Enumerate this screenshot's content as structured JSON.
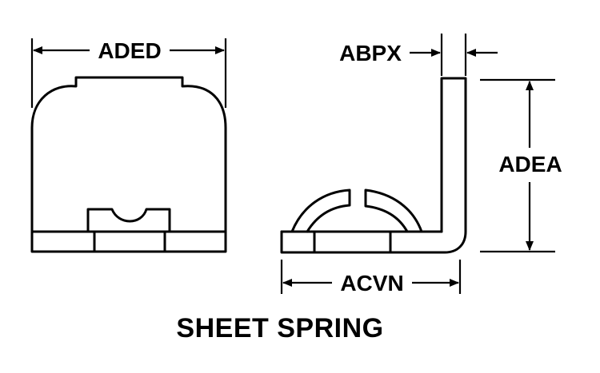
{
  "diagram": {
    "title": "SHEET SPRING",
    "dimensions": {
      "front_width": "ADED",
      "thickness": "ABPX",
      "height": "ADEA",
      "base_length": "ACVN"
    },
    "line_color": "#000000",
    "background": "#ffffff"
  }
}
